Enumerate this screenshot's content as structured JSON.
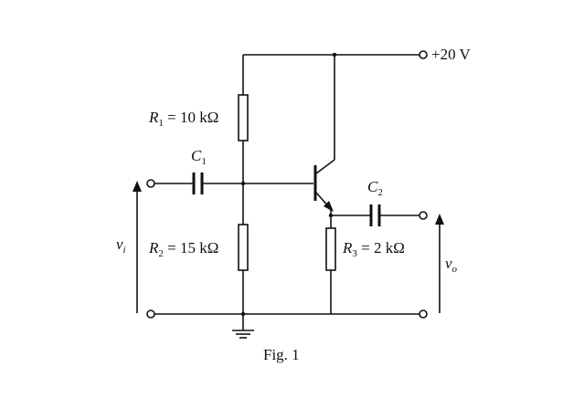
{
  "supply": {
    "label": "+20 V"
  },
  "r1": {
    "sym": "R",
    "sub": "1",
    "value": " = 10 kΩ"
  },
  "r2": {
    "sym": "R",
    "sub": "2",
    "value": " = 15 kΩ"
  },
  "r3": {
    "sym": "R",
    "sub": "3",
    "value": " = 2 kΩ"
  },
  "c1": {
    "sym": "C",
    "sub": "1"
  },
  "c2": {
    "sym": "C",
    "sub": "2"
  },
  "vin": {
    "sym": "v",
    "sub": "i"
  },
  "vout": {
    "sym": "v",
    "sub": "o"
  },
  "caption": "Fig. 1"
}
